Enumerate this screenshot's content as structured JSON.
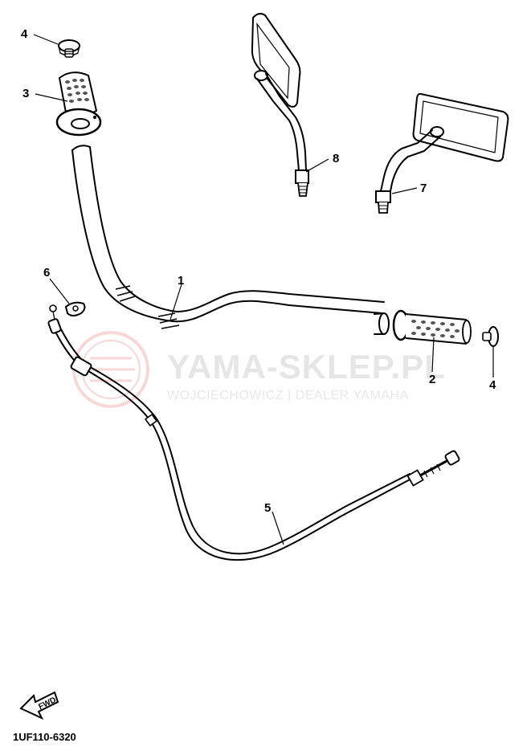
{
  "watermark": {
    "title": "YAMA-SKLEP.PL",
    "subtitle": "WOJCIECHOWICZ | DEALER YAMAHA",
    "logo_color": "#f2b8b8"
  },
  "callouts": {
    "part_1": "1",
    "part_2": "2",
    "part_3": "3",
    "part_4_left": "4",
    "part_4_right": "4",
    "part_5": "5",
    "part_6": "6",
    "part_7": "7",
    "part_8": "8"
  },
  "fwd_label": "FWD",
  "diagram_code": "1UF110-6320"
}
